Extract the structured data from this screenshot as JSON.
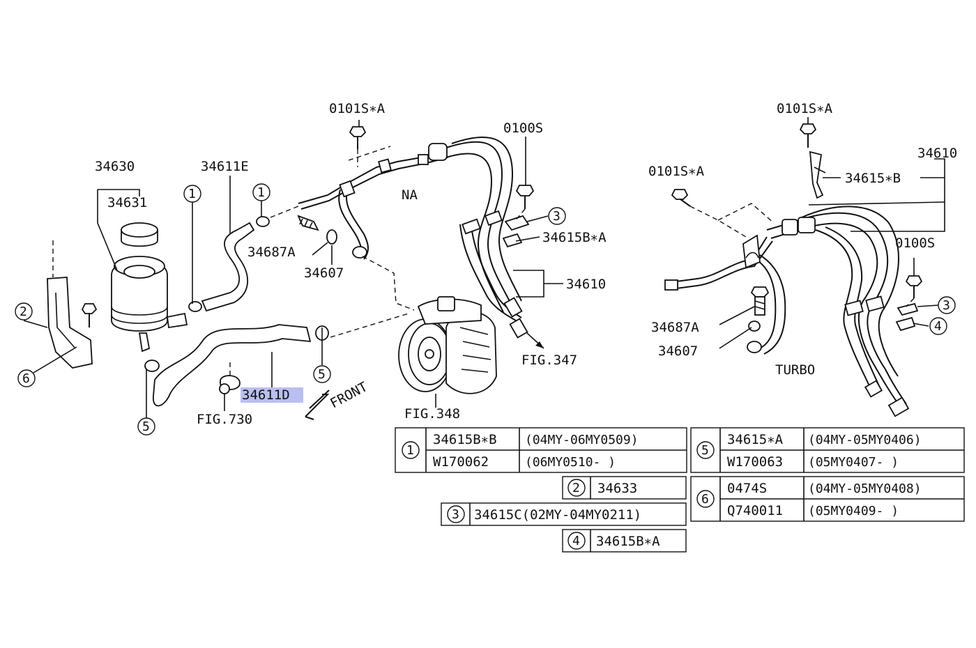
{
  "diagram": {
    "left_section": {
      "section_label": "NA",
      "callouts": {
        "bolt_top": "0101S∗A",
        "bolt_right": "0100S",
        "reservoir": "34630",
        "cap": "34631",
        "hose_upper": "34611E",
        "hose_lower": "34611D",
        "union_bolt": "34687A",
        "gasket": "34607",
        "clip": "34615B∗A",
        "pressure_hose": "34610",
        "fig_pipe": "FIG.347",
        "fig_pump": "FIG.348",
        "fig_clamp": "FIG.730",
        "front": "FRONT"
      },
      "circled_refs": [
        "1",
        "1",
        "2",
        "3",
        "5",
        "5",
        "6"
      ]
    },
    "right_section": {
      "section_label": "TURBO",
      "callouts": {
        "bolt_top": "0101S∗A",
        "bolt_left": "0101S∗A",
        "bolt_right": "0100S",
        "pressure_hose": "34610",
        "clip": "34615∗B",
        "union_bolt": "34687A",
        "gasket": "34607"
      },
      "circled_refs": [
        "3",
        "4"
      ]
    },
    "highlighted_callout": "34611D"
  },
  "legend_tables": [
    {
      "ref": "1",
      "rows": [
        {
          "part": "34615B∗B",
          "range": "(04MY-06MY0509)"
        },
        {
          "part": "W170062",
          "range": "(06MY0510-       )"
        }
      ]
    },
    {
      "ref": "2",
      "rows": [
        {
          "part": "34633",
          "range": ""
        }
      ]
    },
    {
      "ref": "3",
      "rows": [
        {
          "part": "34615C(02MY-04MY0211)",
          "range": ""
        }
      ]
    },
    {
      "ref": "4",
      "rows": [
        {
          "part": "34615B∗A",
          "range": ""
        }
      ]
    },
    {
      "ref": "5",
      "rows": [
        {
          "part": "34615∗A",
          "range": "(04MY-05MY0406)"
        },
        {
          "part": "W170063",
          "range": "(05MY0407-       )"
        }
      ]
    },
    {
      "ref": "6",
      "rows": [
        {
          "part": "0474S",
          "range": "(04MY-05MY0408)"
        },
        {
          "part": "Q740011",
          "range": "(05MY0409-       )"
        }
      ]
    }
  ]
}
